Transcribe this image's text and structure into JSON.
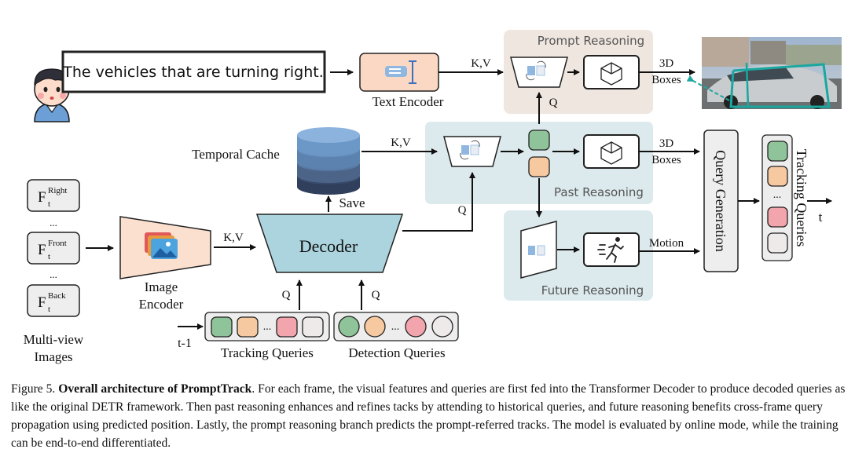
{
  "figure": {
    "prompt_text": "The vehicles that are turning right.",
    "text_encoder": "Text Encoder",
    "prompt_reasoning": "Prompt Reasoning",
    "past_reasoning": "Past Reasoning",
    "future_reasoning": "Future Reasoning",
    "temporal_cache": "Temporal Cache",
    "save": "Save",
    "decoder": "Decoder",
    "image_encoder_line1": "Image",
    "image_encoder_line2": "Encoder",
    "multiview_line1": "Multi-view",
    "multiview_line2": "Images",
    "tracking_queries": "Tracking Queries",
    "detection_queries": "Detection Queries",
    "query_generation": "Query Generation",
    "tracking_queries_vertical": "Tracking Queries",
    "kv": "K,V",
    "q": "Q",
    "boxes_3d_line1": "3D",
    "boxes_3d_line2": "Boxes",
    "motion": "Motion",
    "t": "t",
    "t_minus_1": "t-1",
    "ellipsis": "...",
    "f_base": "F",
    "f_sub": "t",
    "f_right_sup": "Right",
    "f_front_sup": "Front",
    "f_back_sup": "Back",
    "colors": {
      "green": "#8fc49a",
      "orange": "#f6c9a0",
      "pink": "#f3a5ad",
      "light": "#eeeaea",
      "panel_prompt": "#efe6df",
      "panel_blue": "#dce9ed",
      "decoder": "#acd4de",
      "image_encoder": "#fbe0cf",
      "text_encoder": "#fbd8c4"
    }
  },
  "caption": {
    "label": "Figure 5.",
    "bold": "Overall architecture of PromptTrack",
    "text": ". For each frame, the visual features and queries are first fed into the Transformer Decoder to produce decoded queries as like the original DETR framework. Then past reasoning enhances and refines tacks by attending to historical queries, and future reasoning benefits cross-frame query propagation using predicted position. Lastly, the prompt reasoning branch predicts the prompt-referred tracks. The model is evaluated by online mode, while the training can be end-to-end differentiated."
  }
}
